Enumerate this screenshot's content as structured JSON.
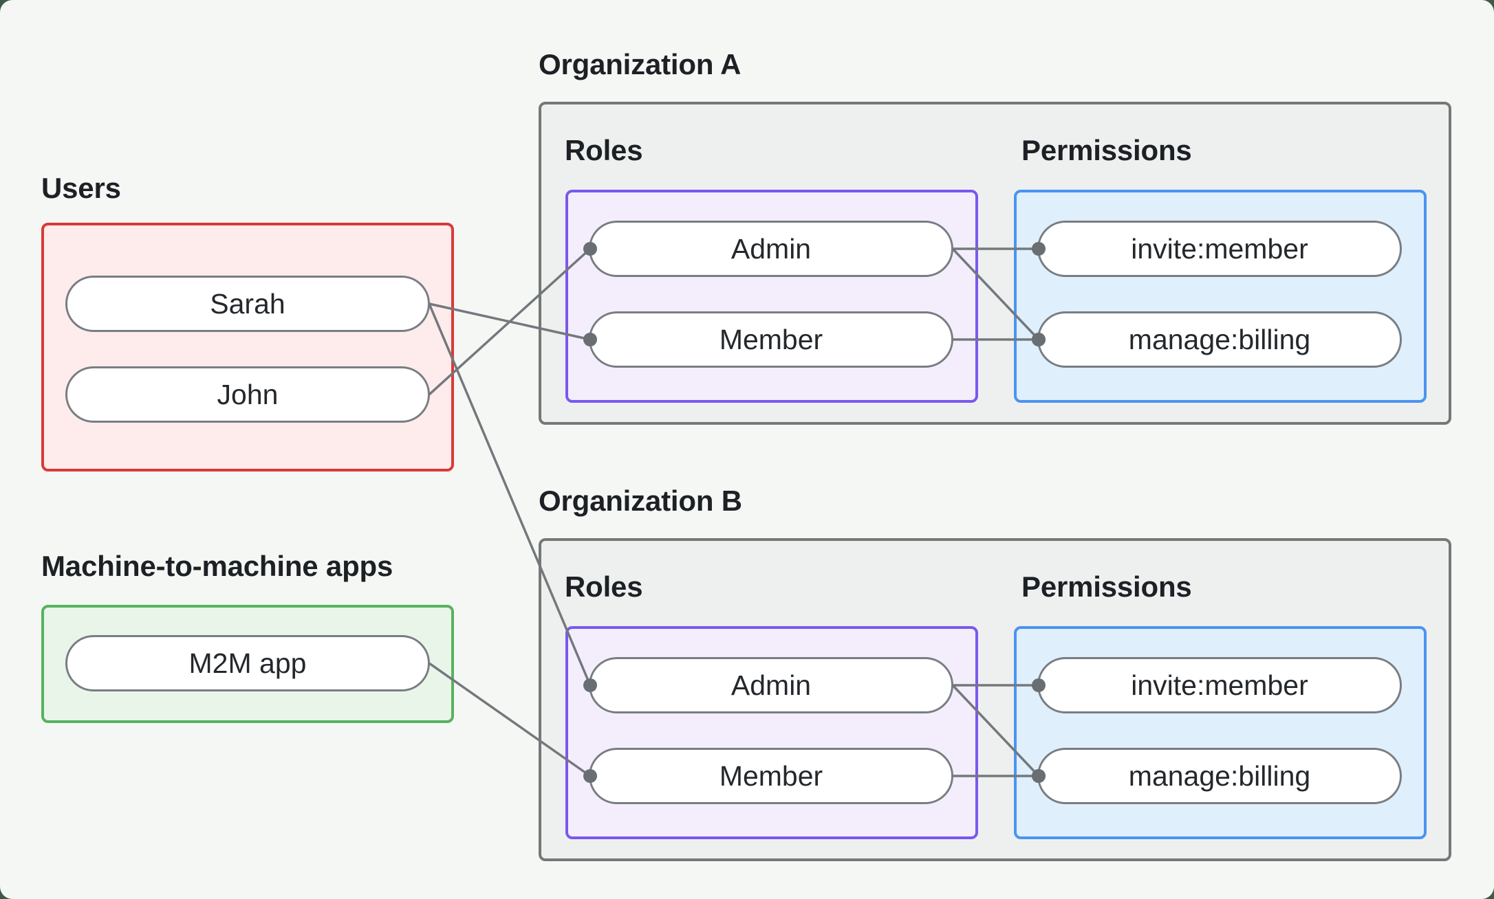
{
  "users_group": {
    "title": "Users",
    "members": [
      {
        "label": "Sarah"
      },
      {
        "label": "John"
      }
    ]
  },
  "m2m_group": {
    "title": "Machine-to-machine apps",
    "members": [
      {
        "label": "M2M app"
      }
    ]
  },
  "org_a": {
    "title": "Organization A",
    "roles_title": "Roles",
    "permissions_title": "Permissions",
    "roles": [
      {
        "label": "Admin"
      },
      {
        "label": "Member"
      }
    ],
    "permissions": [
      {
        "label": "invite:member"
      },
      {
        "label": "manage:billing"
      }
    ]
  },
  "org_b": {
    "title": "Organization B",
    "roles_title": "Roles",
    "permissions_title": "Permissions",
    "roles": [
      {
        "label": "Admin"
      },
      {
        "label": "Member"
      }
    ],
    "permissions": [
      {
        "label": "invite:member"
      },
      {
        "label": "manage:billing"
      }
    ]
  },
  "colors": {
    "canvas_bg": "#f5f7f5",
    "outer_bg": "#3e5a46",
    "users_border": "#d93a36",
    "users_fill": "#fdeceb",
    "m2m_border": "#58b25f",
    "m2m_fill": "#e9f5e9",
    "roles_border": "#7a58f0",
    "roles_fill": "#f4eefc",
    "permissions_border": "#4a94f1",
    "permissions_fill": "#dfeffc",
    "org_border": "#747978",
    "org_fill": "#eef0ef",
    "edge_line": "#73787c",
    "edge_dot": "#696e73"
  },
  "edges": [
    {
      "from": "user-sarah",
      "to": "orgA-role-member"
    },
    {
      "from": "user-john",
      "to": "orgA-role-admin"
    },
    {
      "from": "user-sarah",
      "to": "orgB-role-admin"
    },
    {
      "from": "m2m-app",
      "to": "orgB-role-member"
    },
    {
      "from": "orgA-role-admin",
      "to": "orgA-perm-invite"
    },
    {
      "from": "orgA-role-admin",
      "to": "orgA-perm-manage"
    },
    {
      "from": "orgA-role-member",
      "to": "orgA-perm-manage"
    },
    {
      "from": "orgB-role-admin",
      "to": "orgB-perm-invite"
    },
    {
      "from": "orgB-role-admin",
      "to": "orgB-perm-manage"
    },
    {
      "from": "orgB-role-member",
      "to": "orgB-perm-manage"
    }
  ]
}
